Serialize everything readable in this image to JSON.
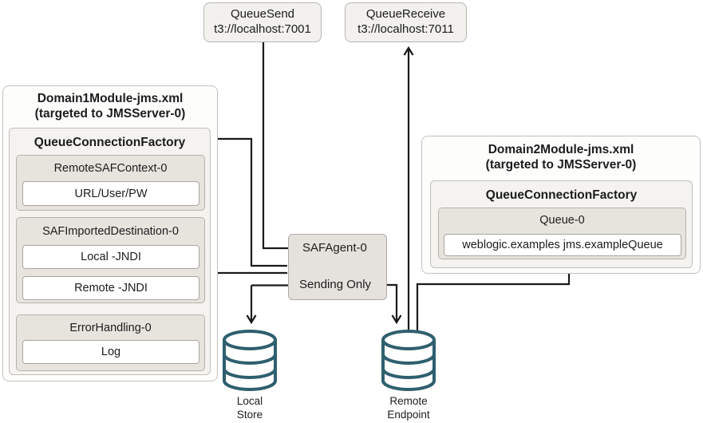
{
  "clients": {
    "queue_send": {
      "name": "QueueSend",
      "url": "t3://localhost:7001"
    },
    "queue_receive": {
      "name": "QueueReceive",
      "url": "t3://localhost:7011"
    }
  },
  "domain1": {
    "title_line1": "Domain1Module-jms.xml",
    "title_line2": "(targeted to JMSServer-0)",
    "connection_factory": {
      "title": "QueueConnectionFactory",
      "remote_saf_context": {
        "title": "RemoteSAFContext-0",
        "value": "URL/User/PW"
      },
      "saf_imported_destination": {
        "title": "SAFImportedDestination-0",
        "local_jndi": "Local -JNDI",
        "remote_jndi": "Remote -JNDI"
      },
      "error_handling": {
        "title": "ErrorHandling-0",
        "value": "Log"
      }
    }
  },
  "domain2": {
    "title_line1": "Domain2Module-jms.xml",
    "title_line2": "(targeted to JMSServer-0)",
    "connection_factory": {
      "title": "QueueConnectionFactory",
      "queue": {
        "title": "Queue-0",
        "value": "weblogic.examples jms.exampleQueue"
      }
    }
  },
  "saf_agent": {
    "name": "SAFAgent-0",
    "mode": "Sending Only"
  },
  "stores": {
    "local_store": {
      "label_line1": "Local",
      "label_line2": "Store"
    },
    "remote_endpoint": {
      "label_line1": "Remote",
      "label_line2": "Endpoint"
    }
  },
  "edges": [
    {
      "from": "QueueSend",
      "to": "SAFAgent-0",
      "arrow": true
    },
    {
      "from": "QueueConnectionFactory",
      "to": "SAFAgent-0",
      "arrow": false
    },
    {
      "from": "SAFImportedDestination-0",
      "to": "SAFAgent-0",
      "arrow": false
    },
    {
      "from": "SAFAgent-0 (Sending Only)",
      "to": "Local Store",
      "arrow": true
    },
    {
      "from": "Local Store elbow",
      "to": "Sending Only",
      "arrow": true
    },
    {
      "from": "Sending Only",
      "to": "Remote Endpoint",
      "arrow": true
    },
    {
      "from": "Remote Endpoint",
      "to": "QueueReceive",
      "arrow": true
    },
    {
      "from": "Queue-0",
      "to": "Remote Endpoint",
      "arrow": false
    }
  ],
  "colors": {
    "line": "#1a1a1a",
    "cylinder": "#2e5f6e",
    "agent_fill": "#e5e2dd",
    "sub_fill": "#e7e4de"
  }
}
